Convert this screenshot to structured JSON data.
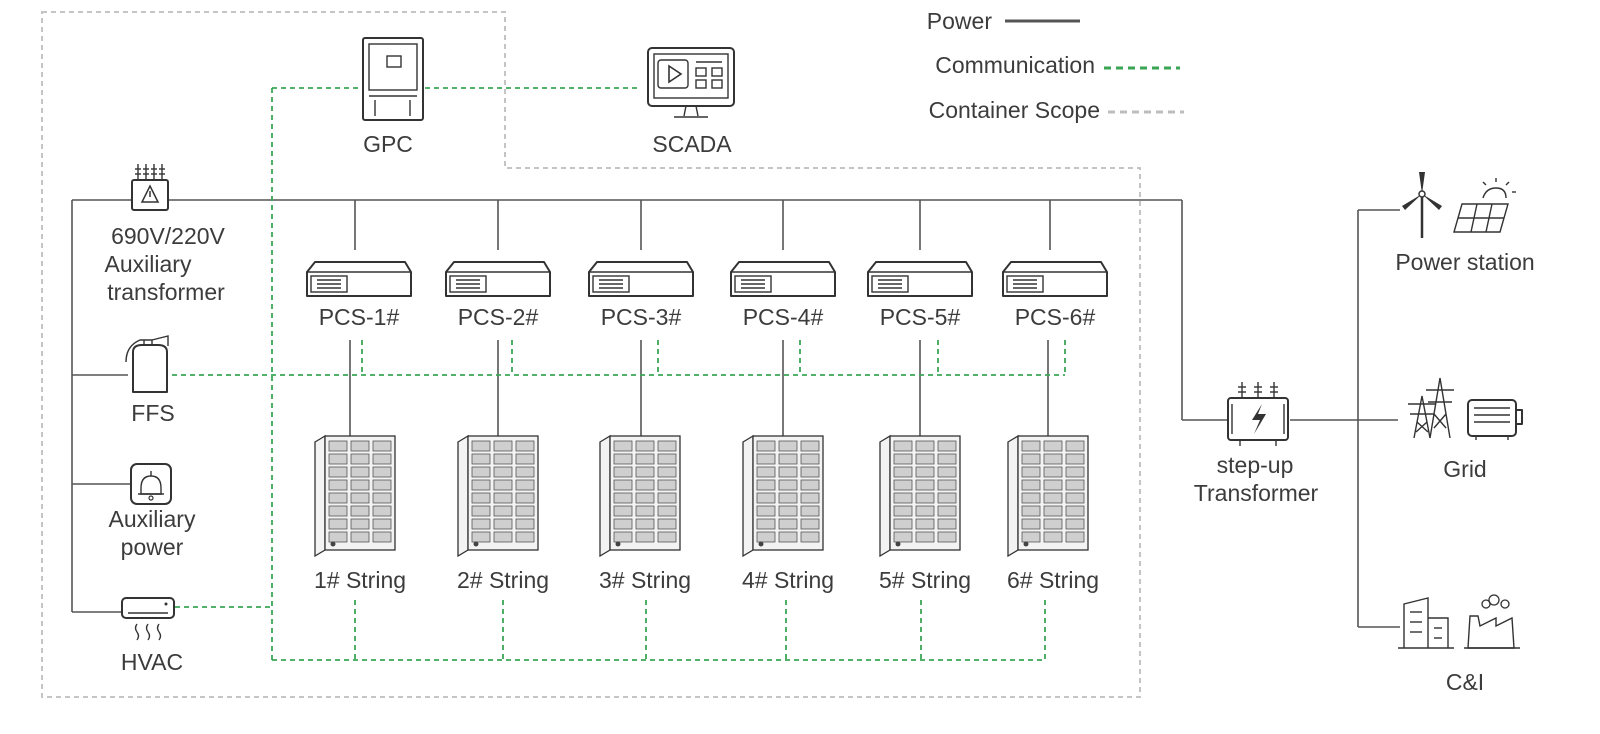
{
  "legend": {
    "power": "Power",
    "communication": "Communication",
    "container_scope": "Container Scope"
  },
  "colors": {
    "power": "#555555",
    "communication": "#3aa655",
    "container_scope": "#bdbdbd"
  },
  "nodes": {
    "gpc": "GPC",
    "scada": "SCADA",
    "aux_transformer": [
      "690V/220V",
      "Auxiliary",
      "transformer"
    ],
    "ffs": "FFS",
    "aux_power": [
      "Auxiliary",
      "power"
    ],
    "hvac": "HVAC",
    "step_up": [
      "step-up",
      "Transformer"
    ],
    "power_station": "Power station",
    "grid": "Grid",
    "ci": "C&I"
  },
  "pcs": [
    "PCS-1#",
    "PCS-2#",
    "PCS-3#",
    "PCS-4#",
    "PCS-5#",
    "PCS-6#"
  ],
  "strings": [
    "1# String",
    "2# String",
    "3# String",
    "4# String",
    "5# String",
    "6# String"
  ],
  "icons": {
    "gpc": "controller-cabinet-icon",
    "scada": "monitor-icon",
    "aux_transformer": "transformer-icon",
    "ffs": "fire-extinguisher-icon",
    "aux_power": "bell-icon",
    "hvac": "air-conditioner-icon",
    "pcs": "pcs-unit-icon",
    "string": "battery-rack-icon",
    "step_up": "transformer-icon",
    "power_station": "wind-solar-icon",
    "grid": "pylon-icon",
    "ci": "factory-building-icon"
  }
}
